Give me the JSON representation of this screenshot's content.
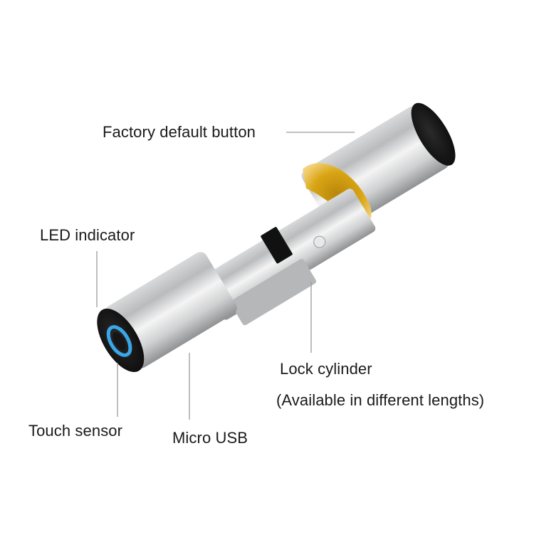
{
  "labels": {
    "factory_default_button": "Factory default button",
    "led_indicator": "LED indicator",
    "lock_cylinder": "Lock cylinder",
    "available_lengths": "(Available in different lengths)",
    "touch_sensor": "Touch sensor",
    "micro_usb": "Micro USB"
  },
  "colors": {
    "background": "#ffffff",
    "metal": "#c9cbcc",
    "brass": "#d9a514",
    "end_cap": "#1b1b1b",
    "sensor_ring": "#2f9bdc",
    "leader_line": "#999999"
  }
}
